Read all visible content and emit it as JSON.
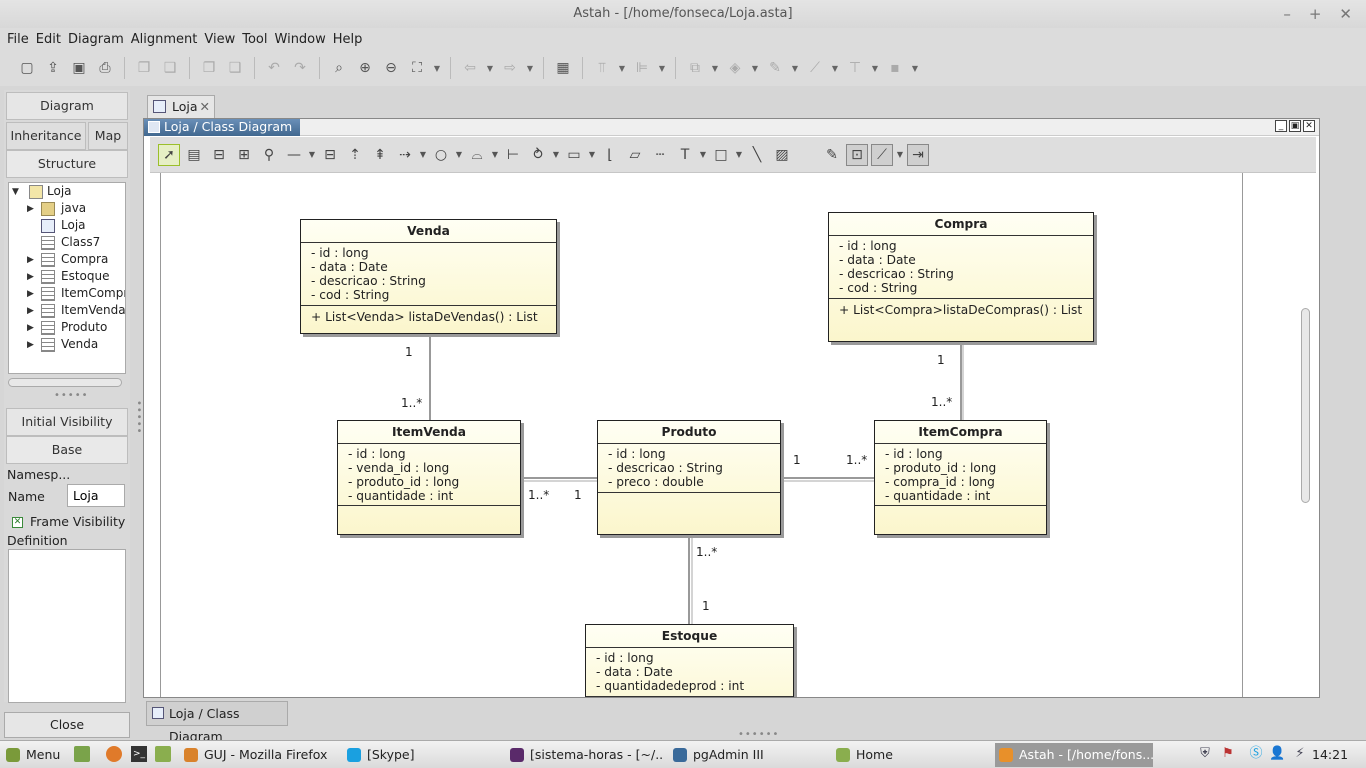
{
  "window": {
    "title": "Astah - [/home/fonseca/Loja.asta]",
    "controls": [
      "–",
      "+",
      "✕"
    ]
  },
  "menu": [
    "File",
    "Edit",
    "Diagram",
    "Alignment",
    "View",
    "Tool",
    "Window",
    "Help"
  ],
  "left_panel": {
    "tabs_top": {
      "diagram": "Diagram",
      "inheritance": "Inheritance",
      "map": "Map",
      "structure": "Structure"
    },
    "tree": [
      {
        "label": "Loja",
        "icon": "package-icon",
        "expanded": true
      },
      {
        "label": "java",
        "icon": "folder-icon"
      },
      {
        "label": "Loja",
        "icon": "class-diagram-icon"
      },
      {
        "label": "Class7",
        "icon": "class-icon"
      },
      {
        "label": "Compra",
        "icon": "class-icon"
      },
      {
        "label": "Estoque",
        "icon": "class-icon"
      },
      {
        "label": "ItemCompr",
        "icon": "class-icon"
      },
      {
        "label": "ItemVenda",
        "icon": "class-icon"
      },
      {
        "label": "Produto",
        "icon": "class-icon"
      },
      {
        "label": "Venda",
        "icon": "class-icon"
      }
    ],
    "props": {
      "initial_visibility": "Initial Visibility",
      "base": "Base",
      "namespace": "Namesp...",
      "name_label": "Name",
      "name_value": "Loja",
      "frame_visibility": "Frame Visibility",
      "definition": "Definition"
    },
    "close": "Close"
  },
  "editor": {
    "doc_tab": "Loja",
    "frame_title": "Loja / Class Diagram",
    "bottom_tab": "Loja / Class Diagram"
  },
  "classes": {
    "venda": {
      "name": "Venda",
      "attrs": [
        "- id : long",
        "- data : Date",
        "- descricao : String",
        "- cod : String"
      ],
      "ops": [
        "+ List<Venda> listaDeVendas() : List"
      ]
    },
    "compra": {
      "name": "Compra",
      "attrs": [
        "- id : long",
        "- data : Date",
        "- descricao : String",
        "- cod : String"
      ],
      "ops": [
        "+ List<Compra>listaDeCompras() : List"
      ]
    },
    "itemvenda": {
      "name": "ItemVenda",
      "attrs": [
        "- id : long",
        "- venda_id : long",
        "- produto_id : long",
        "- quantidade : int"
      ],
      "ops": []
    },
    "produto": {
      "name": "Produto",
      "attrs": [
        "- id : long",
        "- descricao : String",
        "- preco : double"
      ],
      "ops": []
    },
    "itemcompra": {
      "name": "ItemCompra",
      "attrs": [
        "- id : long",
        "- produto_id : long",
        "- compra_id : long",
        "- quantidade : int"
      ],
      "ops": []
    },
    "estoque": {
      "name": "Estoque",
      "attrs": [
        "- id : long",
        "- data : Date",
        "- quantidadedeprod : int"
      ],
      "ops": []
    }
  },
  "multiplicities": {
    "venda_item_a": "1",
    "venda_item_b": "1..*",
    "compra_item_a": "1",
    "compra_item_b": "1..*",
    "iv_prod_a": "1..*",
    "iv_prod_b": "1",
    "prod_ic_a": "1",
    "prod_ic_b": "1..*",
    "prod_est_a": "1..*",
    "prod_est_b": "1"
  },
  "taskbar": {
    "menu": "Menu",
    "items": [
      "GUJ - Mozilla Firefox",
      "[Skype]",
      "[sistema-horas - [~/...",
      "pgAdmin III",
      "Home",
      "Astah - [/home/fons..."
    ],
    "clock": "14:21"
  }
}
